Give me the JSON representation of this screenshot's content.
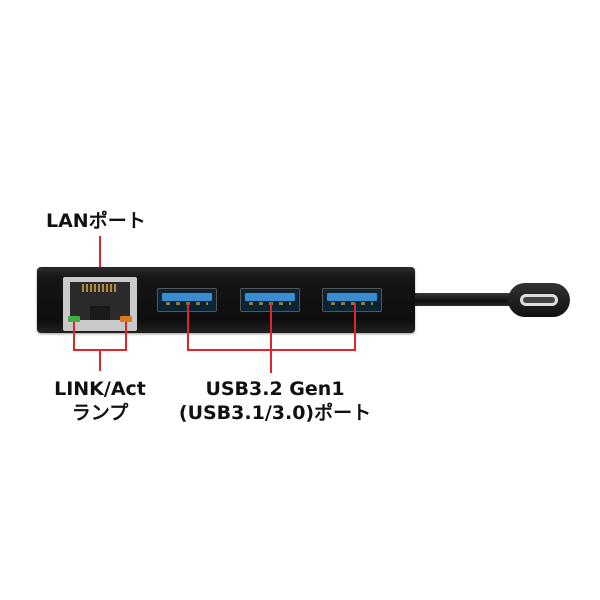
{
  "labels": {
    "lan_port": "LANポート",
    "link_act_line1": "LINK/Act",
    "link_act_line2": "ランプ",
    "usb_line1": "USB3.2 Gen1",
    "usb_line2": "(USB3.1/3.0)ポート"
  },
  "colors": {
    "callout": "#e0262b",
    "hub_body": "#141414",
    "usb_tongue": "#3a8dd0",
    "led_green": "#3cb043",
    "led_orange": "#d97b1e"
  },
  "device": {
    "usb_port_count": 3,
    "connector": "usb-c"
  }
}
